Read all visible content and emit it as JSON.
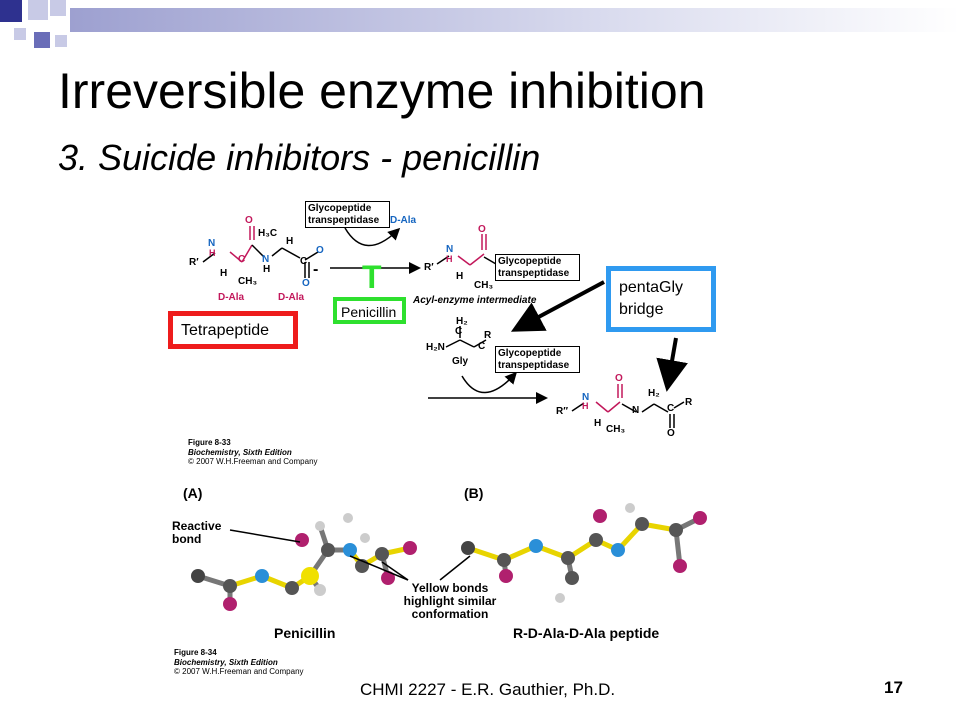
{
  "slide": {
    "title": "Irreversible enzyme inhibition",
    "subtitle": "3. Suicide inhibitors - penicillin",
    "footer": "CHMI 2227 - E.R. Gauthier, Ph.D.",
    "page_number": "17"
  },
  "callouts": {
    "tetrapeptide": "Tetrapeptide",
    "penicillin": "Penicillin",
    "pentagly": "pentaGly bridge",
    "inhibit_symbol": "T"
  },
  "scheme": {
    "enzyme_label": "Glycopeptide transpeptidase",
    "released": "D-Ala",
    "acyl_intermediate": "Acyl-enzyme intermediate",
    "dala_1": "D-Ala",
    "dala_2": "D-Ala",
    "r_prime": "R′",
    "r_double_prime": "R″",
    "gly": "Gly",
    "h2n": "H₂N",
    "h3c": "H₃C",
    "ch3": "CH₃",
    "h2": "H₂",
    "n": "N",
    "h": "H",
    "c": "C",
    "o": "O",
    "r": "R",
    "minus": "-"
  },
  "figure_833": {
    "line1": "Figure 8-33",
    "line2": "Biochemistry, Sixth Edition",
    "line3": "© 2007 W.H.Freeman and Company"
  },
  "figure_834": {
    "line1": "Figure 8-34",
    "line2": "Biochemistry, Sixth Edition",
    "line3": "© 2007 W.H.Freeman and Company"
  },
  "models": {
    "panel_a": "(A)",
    "panel_b": "(B)",
    "reactive_bond": "Reactive bond",
    "yellow_bonds": "Yellow bonds highlight similar conformation",
    "penicillin_label": "Penicillin",
    "peptide_label": "R-D-Ala-D-Ala peptide"
  },
  "colors": {
    "red_box": "#ee1c1c",
    "green_box": "#2ee02e",
    "blue_box": "#2f9af0",
    "magenta_chem": "#c2185b",
    "blue_chem": "#1565c0",
    "header_blue": "#4b4ea8"
  }
}
